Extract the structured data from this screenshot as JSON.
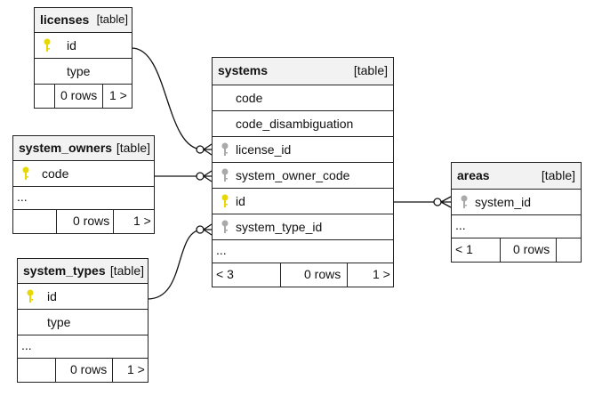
{
  "tables": {
    "licenses": {
      "name": "licenses",
      "tag": "[table]",
      "cols": [
        "id",
        "type"
      ],
      "rows_label": "0 rows",
      "next": "1 >"
    },
    "system_owners": {
      "name": "system_owners",
      "tag": "[table]",
      "cols": [
        "code"
      ],
      "ellipsis": "...",
      "rows_label": "0 rows",
      "next": "1 >"
    },
    "system_types": {
      "name": "system_types",
      "tag": "[table]",
      "cols": [
        "id",
        "type"
      ],
      "ellipsis": "...",
      "rows_label": "0 rows",
      "next": "1 >"
    },
    "systems": {
      "name": "systems",
      "tag": "[table]",
      "cols": [
        "code",
        "code_disambiguation",
        "license_id",
        "system_owner_code",
        "id",
        "system_type_id"
      ],
      "ellipsis": "...",
      "prev": "< 3",
      "rows_label": "0 rows",
      "next": "1 >"
    },
    "areas": {
      "name": "areas",
      "tag": "[table]",
      "cols": [
        "system_id"
      ],
      "ellipsis": "...",
      "prev": "< 1",
      "rows_label": "0 rows"
    }
  },
  "colors": {
    "primary_key": "#e6d800",
    "foreign_key": "#aaaaaa",
    "line": "#111111",
    "header_bg": "#f2f2f2"
  }
}
